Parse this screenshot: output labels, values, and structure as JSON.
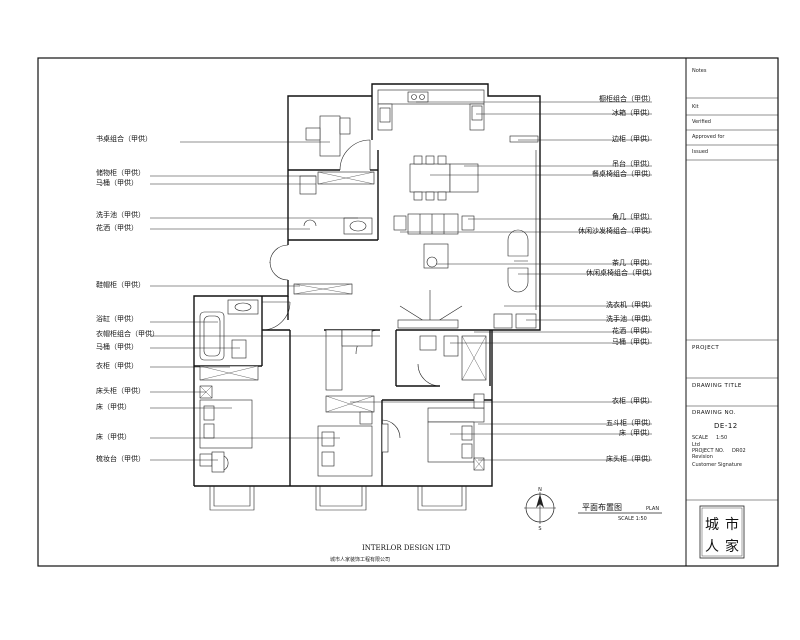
{
  "title_block": {
    "notes_label": "Notes",
    "field_1": "Kit",
    "field_2": "Verified",
    "field_3": "Approved for",
    "field_4": "Issued",
    "project_label": "PROJECT",
    "drawing_title_label": "DRAWING TITLE",
    "drawing_no_label": "DRAWING NO.",
    "drawing_no": "DE-12",
    "scale_label": "SCALE",
    "scale_value": "1:50",
    "date_label": "Ltd",
    "project_no_label": "PROJECT NO.",
    "project_no_value": "DR02",
    "revision_label": "Revision",
    "signature_label": "Customer Signature",
    "seal_chars": [
      "城",
      "市",
      "人",
      "家"
    ]
  },
  "plan": {
    "title": "平面布置图",
    "subtitle": "PLAN",
    "scale": "SCALE  1:50",
    "compass_n": "N",
    "compass_s": "S"
  },
  "company": {
    "name": "INTERLOR DESIGN LTD",
    "chinese_name": "城市人家装饰工程有限公司"
  },
  "labels_left": [
    "书桌组合（甲供）",
    "储物柜（甲供）",
    "马桶（甲供）",
    "洗手池（甲供）",
    "花洒（甲供）",
    "鞋帽柜（甲供）",
    "浴缸（甲供）",
    "衣帽柜组合（甲供）",
    "马桶（甲供）",
    "衣柜（甲供）",
    "床头柜（甲供）",
    "床（甲供）",
    "床（甲供）",
    "梳妆台（甲供）"
  ],
  "labels_right": [
    "橱柜组合（甲供）",
    "冰箱（甲供）",
    "边柜（甲供）",
    "吊台（甲供）",
    "餐桌椅组合（甲供）",
    "角几（甲供）",
    "休闲沙发椅组合（甲供）",
    "茶几（甲供）",
    "休闲桌椅组合（甲供）",
    "洗衣机（甲供）",
    "洗手池（甲供）",
    "花洒（甲供）",
    "马桶（甲供）",
    "衣柜（甲供）",
    "五斗柜（甲供）",
    "床（甲供）",
    "床头柜（甲供）"
  ]
}
